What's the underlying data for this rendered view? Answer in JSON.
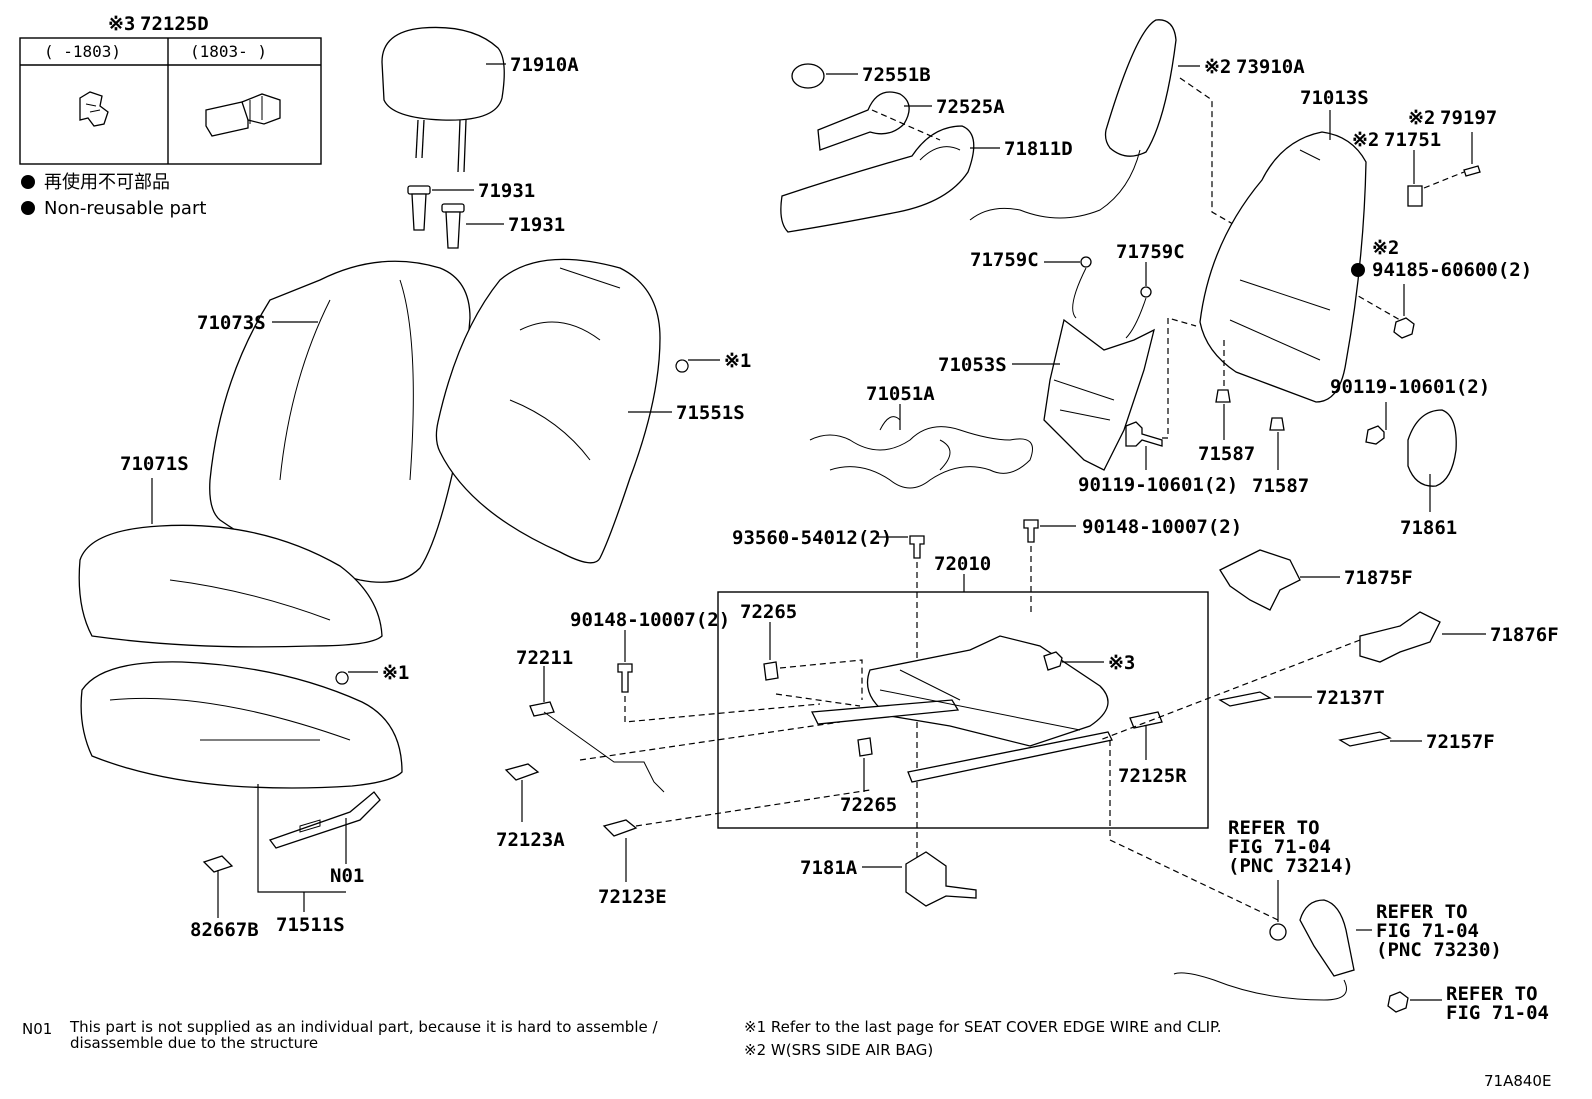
{
  "inset": {
    "title_mark": "※3",
    "title_part": "72125D",
    "col1": "(    -1803)",
    "col2": "(1803-    )"
  },
  "legend": {
    "line_jp": "再使用不可部品",
    "line_en": "Non-reusable part"
  },
  "parts": {
    "p71910A": "71910A",
    "p71931a": "71931",
    "p71931b": "71931",
    "p71073S": "71073S",
    "p71071S": "71071S",
    "p71551S": "71551S",
    "mark1a": "※1",
    "mark1b": "※1",
    "p72551B": "72551B",
    "p72525A": "72525A",
    "p71811D": "71811D",
    "p73910A_mark": "※2",
    "p73910A": "73910A",
    "p71013S": "71013S",
    "p79197_mark": "※2",
    "p79197": "79197",
    "p71751_mark": "※2",
    "p71751": "71751",
    "p94185_mark": "※2",
    "p94185": "94185-60600(2)",
    "p71759C_a": "71759C",
    "p71759C_b": "71759C",
    "p71053S": "71053S",
    "p71051A": "71051A",
    "p90119_a": "90119-10601(2)",
    "p90119_b": "90119-10601(2)",
    "p71587_a": "71587",
    "p71587_b": "71587",
    "p71861": "71861",
    "p93560": "93560-54012(2)",
    "p90148_a": "90148-10007(2)",
    "p72010": "72010",
    "p71875F": "71875F",
    "p71876F": "71876F",
    "p90148_b": "90148-10007(2)",
    "p72265_a": "72265",
    "p72211": "72211",
    "mark3": "※3",
    "p72137T": "72137T",
    "p72157F": "72157F",
    "p72125R": "72125R",
    "p72265_b": "72265",
    "p72123A": "72123A",
    "p72123E": "72123E",
    "p7181A": "7181A",
    "p82667B": "82667B",
    "p71511S": "71511S",
    "pN01": "N01"
  },
  "refs": {
    "ref1_l1": "REFER TO",
    "ref1_l2": "FIG 71-04",
    "ref1_l3": "(PNC 73214)",
    "ref2_l1": "REFER TO",
    "ref2_l2": "FIG 71-04",
    "ref2_l3": "(PNC 73230)",
    "ref3_l1": "REFER TO",
    "ref3_l2": "FIG 71-04"
  },
  "notes": {
    "n01_code": "N01",
    "n01_l1": "This part is not supplied as an individual part, because it is hard to assemble /",
    "n01_l2": "disassemble due to the structure",
    "s1": "※1 Refer to the last page for SEAT COVER EDGE WIRE and CLIP.",
    "s2": "※2 W(SRS SIDE AIR BAG)",
    "fig_id": "71A840E"
  }
}
